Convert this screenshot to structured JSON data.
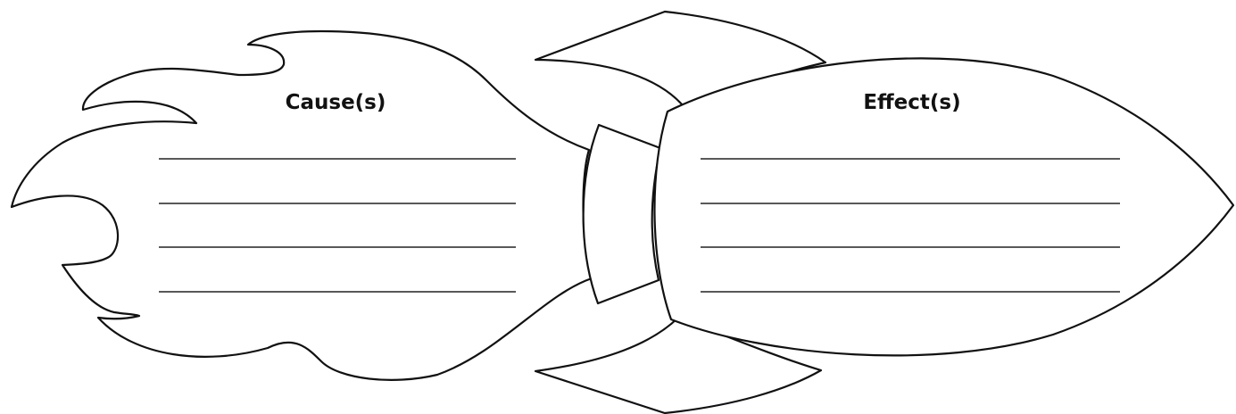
{
  "diagram": {
    "cause": {
      "heading": "Cause(s)",
      "line_count": 4
    },
    "effect": {
      "heading": "Effect(s)",
      "line_count": 4
    },
    "colors": {
      "outline": "#111111",
      "fill": "#ffffff",
      "writing_lines": "#222222"
    }
  }
}
